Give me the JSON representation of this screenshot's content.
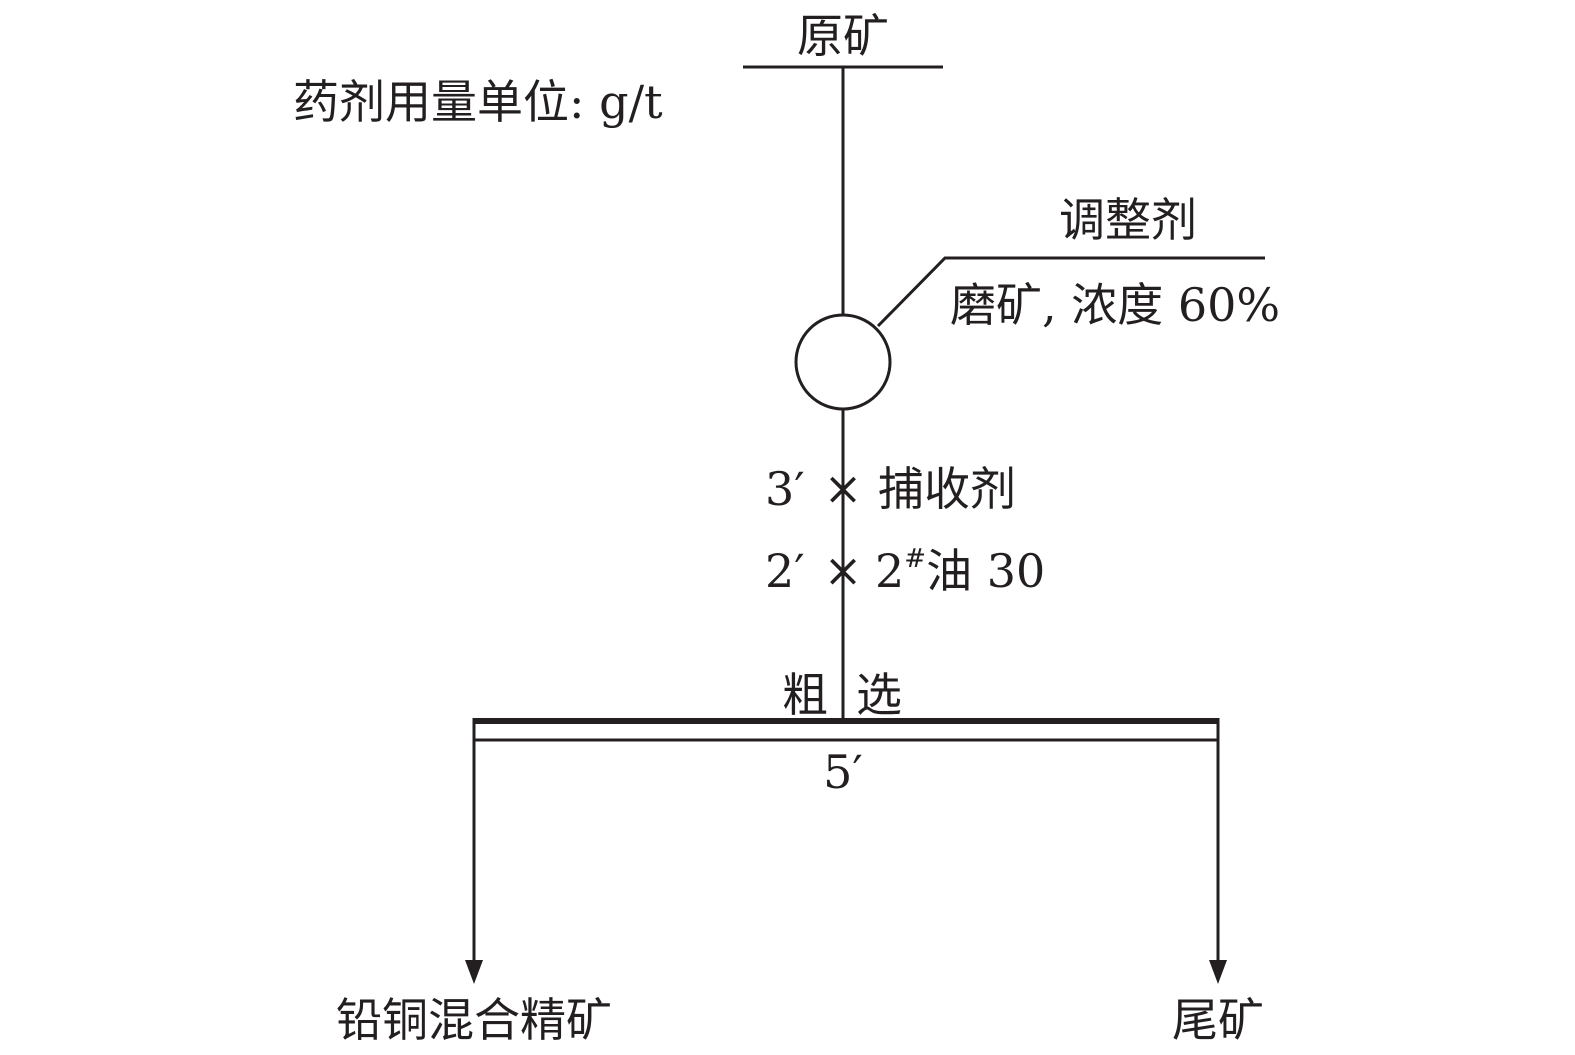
{
  "flowsheet": {
    "feed": "原矿",
    "unit_note": "药剂用量单位: g/t",
    "conditioning": {
      "reagent": "调整剂",
      "grinding": "磨矿, 浓度 60%"
    },
    "reagents": {
      "collector_time": "3′",
      "collector_mult": "×",
      "collector": "捕收剂",
      "frother_time": "2′",
      "frother_mult": "×",
      "frother_base": "2",
      "frother_sup": "#",
      "frother_rest": "油 30"
    },
    "rougher": {
      "label_1": "粗",
      "label_2": "选",
      "time": "5′"
    },
    "products": {
      "concentrate": "铅铜混合精矿",
      "tailings": "尾矿"
    }
  }
}
